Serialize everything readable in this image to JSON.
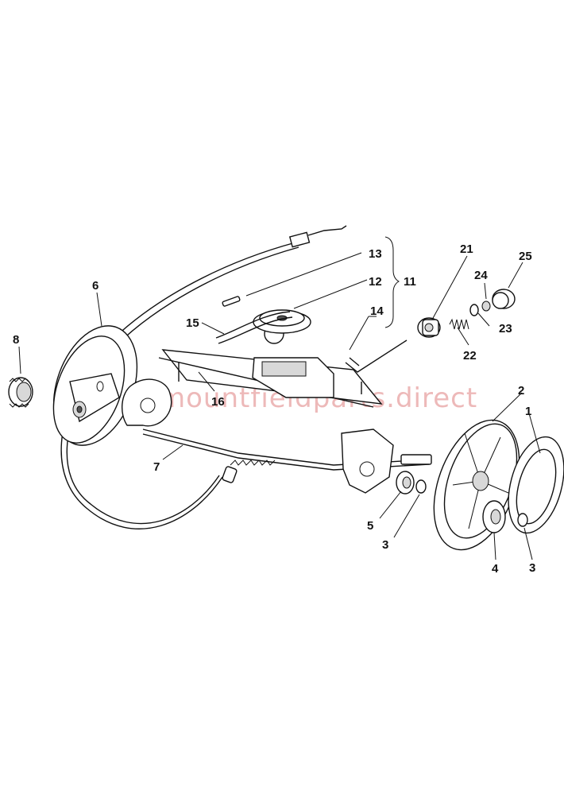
{
  "watermark": "mountfieldparts.direct",
  "callouts": {
    "c1": "1",
    "c2": "2",
    "c3a": "3",
    "c3b": "3",
    "c4": "4",
    "c5": "5",
    "c6": "6",
    "c7": "7",
    "c8": "8",
    "c11": "11",
    "c12": "12",
    "c13": "13",
    "c14": "14",
    "c15": "15",
    "c16": "16",
    "c21": "21",
    "c22": "22",
    "c23": "23",
    "c24": "24",
    "c25": "25"
  }
}
